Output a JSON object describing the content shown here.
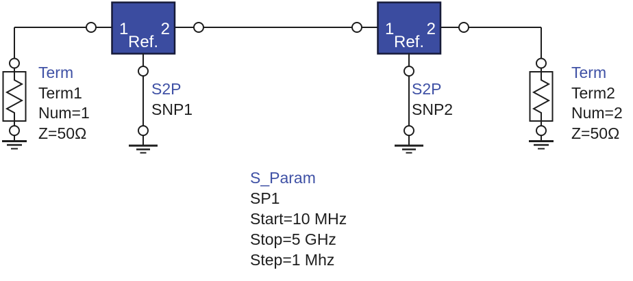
{
  "colors": {
    "background": "#ffffff",
    "component_fill": "#3b4ca0",
    "component_border": "#161a38",
    "type_name_blue": "#3f51a5",
    "text_black": "#1d1d1d",
    "wire": "#1d1d1d"
  },
  "components": {
    "term1": {
      "type": "Term",
      "instance": "Term1",
      "num": "Num=1",
      "impedance": "Z=50Ω"
    },
    "term2": {
      "type": "Term",
      "instance": "Term2",
      "num": "Num=2",
      "impedance": "Z=50Ω"
    },
    "snp1": {
      "type": "S2P",
      "instance": "SNP1",
      "pin1": "1",
      "pin2": "2",
      "ref": "Ref."
    },
    "snp2": {
      "type": "S2P",
      "instance": "SNP2",
      "pin1": "1",
      "pin2": "2",
      "ref": "Ref."
    },
    "s_param": {
      "type": "S_Param",
      "instance": "SP1",
      "start": "Start=10 MHz",
      "stop": "Stop=5 GHz",
      "step": "Step=1 Mhz"
    }
  }
}
